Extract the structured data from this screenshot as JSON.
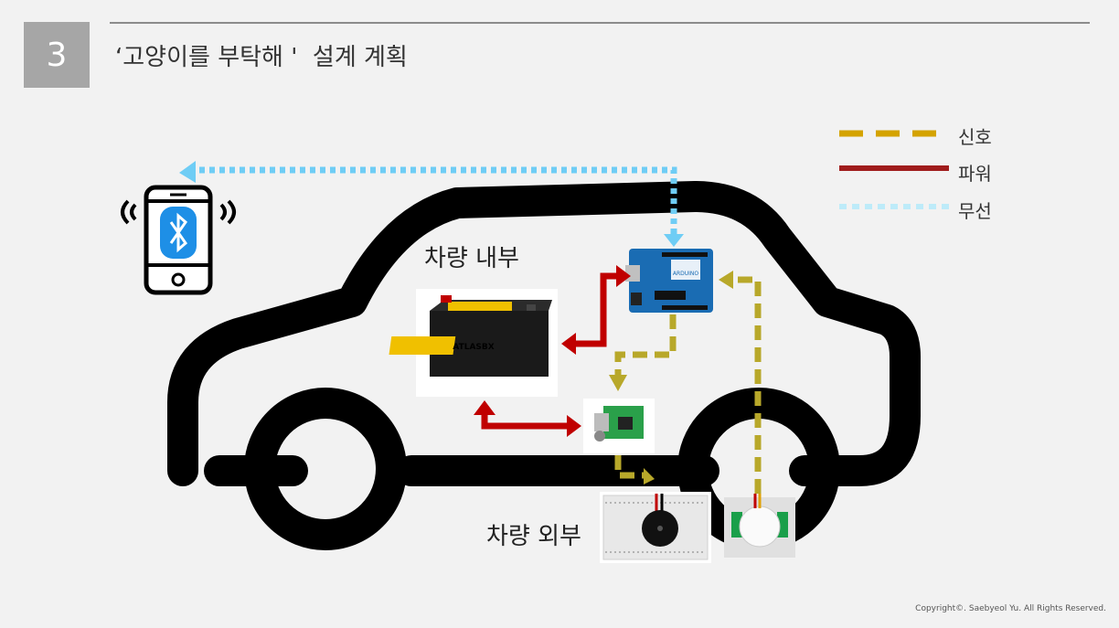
{
  "slide": {
    "number": "3",
    "title": "‘고양이를 부탁해 '  설계 계획",
    "copyright": "Copyright©. Saebyeol Yu. All Rights Reserved."
  },
  "legend": [
    {
      "label": "신호",
      "style": "dashed",
      "color": "#d4a300"
    },
    {
      "label": "파워",
      "style": "solid",
      "color": "#a01c1c"
    },
    {
      "label": "무선",
      "style": "dotted",
      "color": "#9ee0f5"
    }
  ],
  "labels": {
    "inside": "차량 내부",
    "outside": "차량 외부"
  },
  "arduino": {
    "brand": "ARDUINO"
  },
  "battery": {
    "brand": "ATLASBX"
  },
  "colors": {
    "signal": "#b8a82a",
    "power": "#c00000",
    "wireless": "#6fcdf5",
    "car": "#000000",
    "bluetooth": "#1e8fe6",
    "arduino": "#1a6cb3"
  }
}
